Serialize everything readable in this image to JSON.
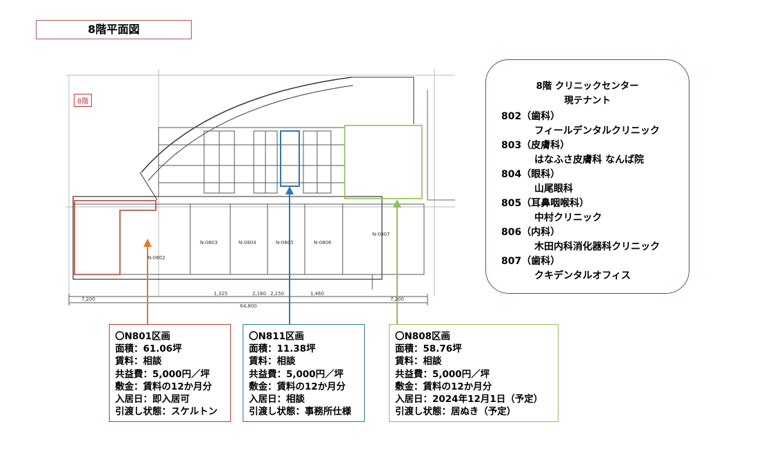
{
  "page_title": "8階平面図",
  "floor_tag": "8階",
  "tenants": {
    "header_line1": "8階 クリニックセンター",
    "header_line2": "現テナント",
    "items": [
      {
        "category": "802（歯科）",
        "name": "フィールデンタルクリニック"
      },
      {
        "category": "803（皮膚科）",
        "name": "はなふさ皮膚科 なんば院"
      },
      {
        "category": "804（眼科）",
        "name": "山尾眼科"
      },
      {
        "category": "805（耳鼻咽喉科）",
        "name": "中村クリニック"
      },
      {
        "category": "806（内科）",
        "name": "木田内科消化器科クリニック"
      },
      {
        "category": "807（歯科）",
        "name": "クキデンタルオフィス"
      }
    ]
  },
  "units": [
    {
      "title": "〇N801区画",
      "area": "面積：61.06坪",
      "rent": "賃料：相談",
      "common_fee": "共益費：5,000円／坪",
      "deposit": "敷金：賃料の12か月分",
      "move_in": "入居日：即入居可",
      "handover": "引渡し状態：スケルトン"
    },
    {
      "title": "〇N811区画",
      "area": "面積：11.38坪",
      "rent": "賃料：相談",
      "common_fee": "共益費：5,000円／坪",
      "deposit": "敷金：賃料の12か月分",
      "move_in": "入居日：相談",
      "handover": "引渡し状態：事務所仕様"
    },
    {
      "title": "〇N808区画",
      "area": "面積：58.76坪",
      "rent": "賃料：相談",
      "common_fee": "共益費：5,000円／坪",
      "deposit": "敷金：賃料の12か月分",
      "move_in": "入居日：2024年12月1日（予定）",
      "handover": "引渡し状態：居ぬき（予定）"
    }
  ],
  "plan_labels": {
    "n0802": "N-0802",
    "n0803": "N-0803",
    "n0804": "N-0804",
    "n0805": "N-0805",
    "n0806": "N-0806",
    "n0807": "N-0807",
    "dim_7200_left": "7,200",
    "dim_64800": "64,800",
    "dim_7200_right": "7,200",
    "dim_1325": "1,325",
    "dim_2160a": "2,160",
    "dim_2150": "2,150",
    "dim_1460": "1,460"
  },
  "colors": {
    "n801": "#c0392b",
    "n811": "#2e75b6",
    "n808": "#8fbf55",
    "arrow_red": "#e8752a"
  }
}
